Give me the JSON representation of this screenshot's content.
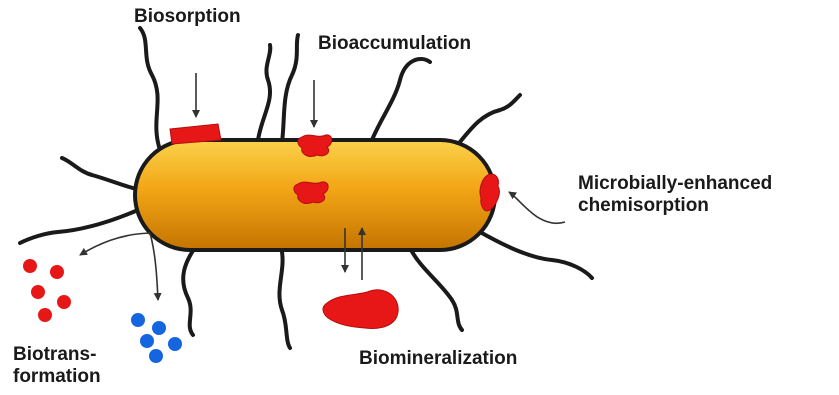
{
  "labels": {
    "biosorption": "Biosorption",
    "bioaccumulation": "Bioaccumulation",
    "chemisorption_line1": "Microbially-enhanced",
    "chemisorption_line2": "chemisorption",
    "biotransformation_line1": "Biotrans-",
    "biotransformation_line2": "formation",
    "biomineralization": "Biomineralization"
  },
  "colors": {
    "cell_light": "#f6ad1c",
    "cell_dark": "#c77900",
    "cell_outline": "#1a1a1a",
    "flagella": "#1a1a1a",
    "metal_red": "#e81717",
    "metal_blue": "#1565e0",
    "arrow": "#333333"
  },
  "icons": {
    "cell": "rod-shaped-bacterium",
    "metal": "metal-ion-blob",
    "arrow": "process-arrow"
  }
}
